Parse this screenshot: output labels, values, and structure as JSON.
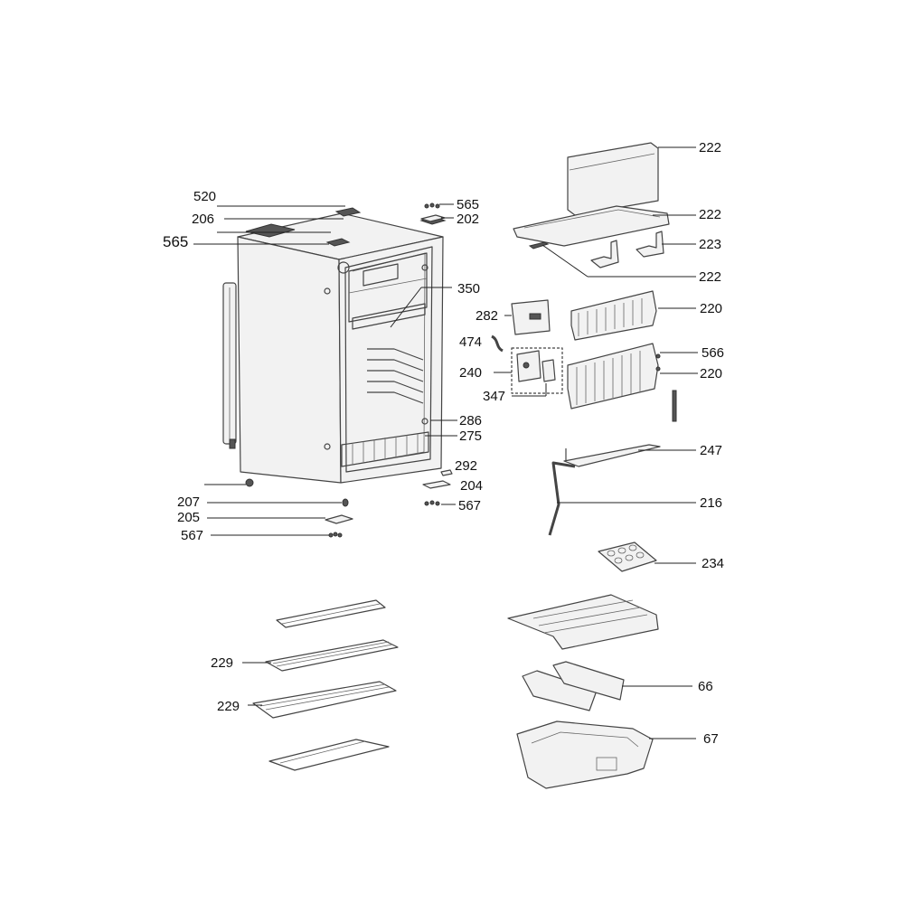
{
  "callouts": [
    {
      "id": "c520",
      "text": "520"
    },
    {
      "id": "c206",
      "text": "206"
    },
    {
      "id": "c565a",
      "text": "565"
    },
    {
      "id": "c565b",
      "text": "565"
    },
    {
      "id": "c202",
      "text": "202"
    },
    {
      "id": "c350",
      "text": "350"
    },
    {
      "id": "c286",
      "text": "286"
    },
    {
      "id": "c275",
      "text": "275"
    },
    {
      "id": "c292",
      "text": "292"
    },
    {
      "id": "c204",
      "text": "204"
    },
    {
      "id": "c567a",
      "text": "567"
    },
    {
      "id": "c207",
      "text": "207"
    },
    {
      "id": "c205",
      "text": "205"
    },
    {
      "id": "c567b",
      "text": "567"
    },
    {
      "id": "c222a",
      "text": "222"
    },
    {
      "id": "c222b",
      "text": "222"
    },
    {
      "id": "c223",
      "text": "223"
    },
    {
      "id": "c222c",
      "text": "222"
    },
    {
      "id": "c282",
      "text": "282"
    },
    {
      "id": "c220a",
      "text": "220"
    },
    {
      "id": "c474",
      "text": "474"
    },
    {
      "id": "c566",
      "text": "566"
    },
    {
      "id": "c240",
      "text": "240"
    },
    {
      "id": "c220b",
      "text": "220"
    },
    {
      "id": "c347",
      "text": "347"
    },
    {
      "id": "c247",
      "text": "247"
    },
    {
      "id": "c216",
      "text": "216"
    },
    {
      "id": "c234",
      "text": "234"
    },
    {
      "id": "c229a",
      "text": "229"
    },
    {
      "id": "c229b",
      "text": "229"
    },
    {
      "id": "c66",
      "text": "66"
    },
    {
      "id": "c67",
      "text": "67"
    }
  ]
}
